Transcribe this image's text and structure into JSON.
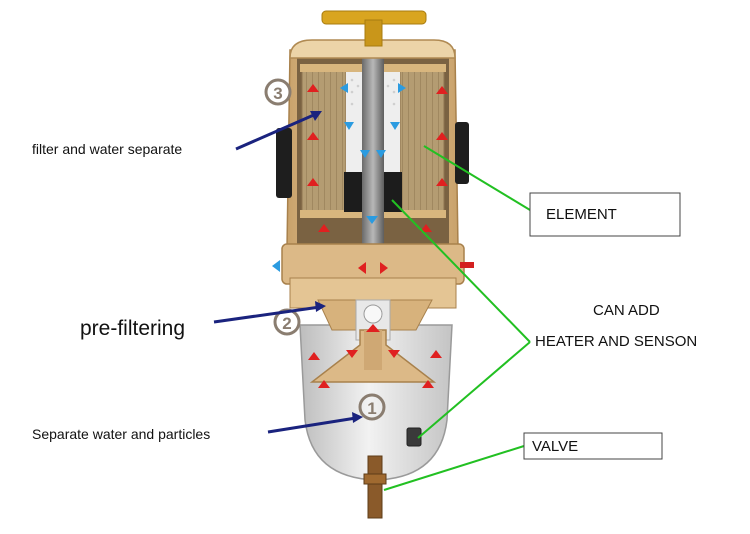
{
  "labels": {
    "filter_water": "filter and water separate",
    "pre_filtering": "pre-filtering",
    "separate_water": "Separate water and particles",
    "element": "ELEMENT",
    "can_add": "CAN ADD",
    "heater": "HEATER AND SENSON",
    "valve": "VALVE"
  },
  "stages": [
    "3",
    "2",
    "1"
  ],
  "colors": {
    "body_tan": "#e2c08f",
    "body_dark": "#c9a26b",
    "bowl": "#dcdcdc",
    "arrow_red": "#e02020",
    "arrow_blue": "#2b9be0",
    "leader_navy": "#1a237e",
    "leader_green": "#22c022",
    "handle": "#d9a520",
    "element_media": "#b39a6e"
  }
}
